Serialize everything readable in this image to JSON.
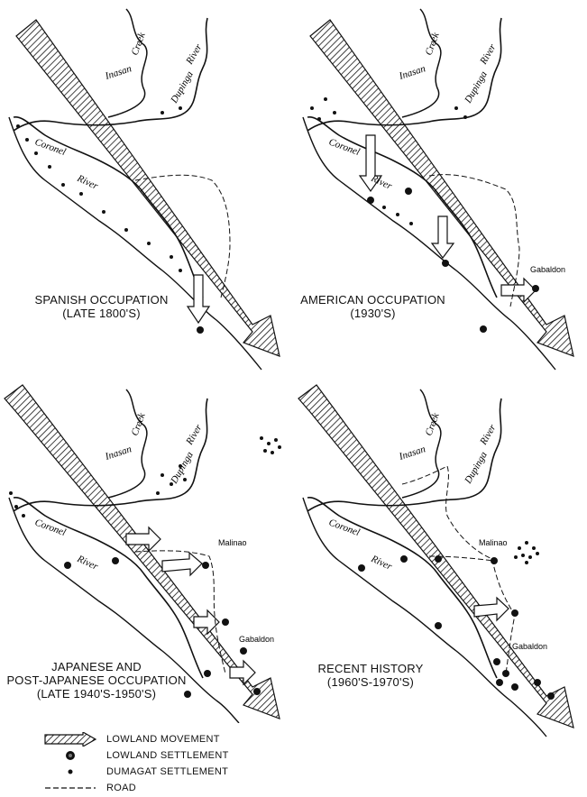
{
  "panels": [
    {
      "caption": [
        "SPANISH OCCUPATION",
        "(LATE 1800'S)"
      ],
      "place_labels": []
    },
    {
      "caption": [
        "AMERICAN OCCUPATION",
        "(1930'S)"
      ],
      "place_labels": [
        "Gabaldon"
      ]
    },
    {
      "caption": [
        "JAPANESE AND",
        "POST-JAPANESE OCCUPATION",
        "(LATE 1940'S-1950'S)"
      ],
      "place_labels": [
        "Malinao",
        "Gabaldon"
      ]
    },
    {
      "caption": [
        "RECENT HISTORY",
        "(1960'S-1970'S)"
      ],
      "place_labels": [
        "Malinao",
        "Gabaldon"
      ]
    }
  ],
  "river_labels": {
    "inasan": "Inasan",
    "creek": "Creek",
    "dupinga": "Dupinga",
    "river": "River",
    "coronel": "Coronel",
    "coronel_river": "River"
  },
  "legend": [
    {
      "symbol": "lowland-movement-arrow-icon",
      "label": "LOWLAND MOVEMENT"
    },
    {
      "symbol": "lowland-settlement-icon",
      "label": "LOWLAND SETTLEMENT"
    },
    {
      "symbol": "dumagat-settlement-icon",
      "label": "DUMAGAT SETTLEMENT"
    },
    {
      "symbol": "road-line-icon",
      "label": "ROAD"
    }
  ],
  "colors": {
    "ink": "#111111",
    "paper": "#ffffff"
  }
}
